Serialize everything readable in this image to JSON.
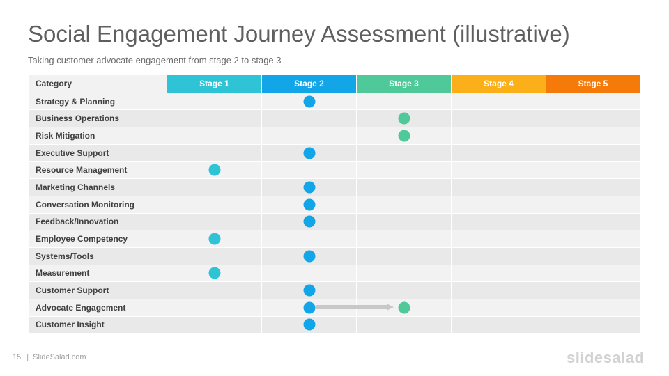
{
  "slide": {
    "title": "Social Engagement Journey Assessment (illustrative)",
    "subtitle": "Taking customer advocate engagement  from  stage 2 to stage 3"
  },
  "table": {
    "category_header": "Category",
    "stages": [
      {
        "label": "Stage 1",
        "color": "#2ec4d6"
      },
      {
        "label": "Stage 2",
        "color": "#12a5e8"
      },
      {
        "label": "Stage 3",
        "color": "#4fc99a"
      },
      {
        "label": "Stage 4",
        "color": "#fbb01a"
      },
      {
        "label": "Stage 5",
        "color": "#f57a09"
      }
    ],
    "rows": [
      {
        "category": "Strategy & Planning",
        "stage": 2
      },
      {
        "category": "Business Operations",
        "stage": 3
      },
      {
        "category": "Risk Mitigation",
        "stage": 3
      },
      {
        "category": "Executive Support",
        "stage": 2
      },
      {
        "category": "Resource Management",
        "stage": 1
      },
      {
        "category": "Marketing Channels",
        "stage": 2
      },
      {
        "category": "Conversation Monitoring",
        "stage": 2
      },
      {
        "category": "Feedback/Innovation",
        "stage": 2
      },
      {
        "category": "Employee Competency",
        "stage": 1
      },
      {
        "category": "Systems/Tools",
        "stage": 2
      },
      {
        "category": "Measurement",
        "stage": 1
      },
      {
        "category": "Customer Support",
        "stage": 2
      },
      {
        "category": "Advocate Engagement",
        "stage": 2,
        "target_stage": 3
      },
      {
        "category": "Customer Insight",
        "stage": 2
      }
    ],
    "arrow_color": "#c8c8c8"
  },
  "footer": {
    "page_number": "15",
    "separator": "|",
    "site": "SlideSalad.com",
    "logo": "slidesalad"
  }
}
